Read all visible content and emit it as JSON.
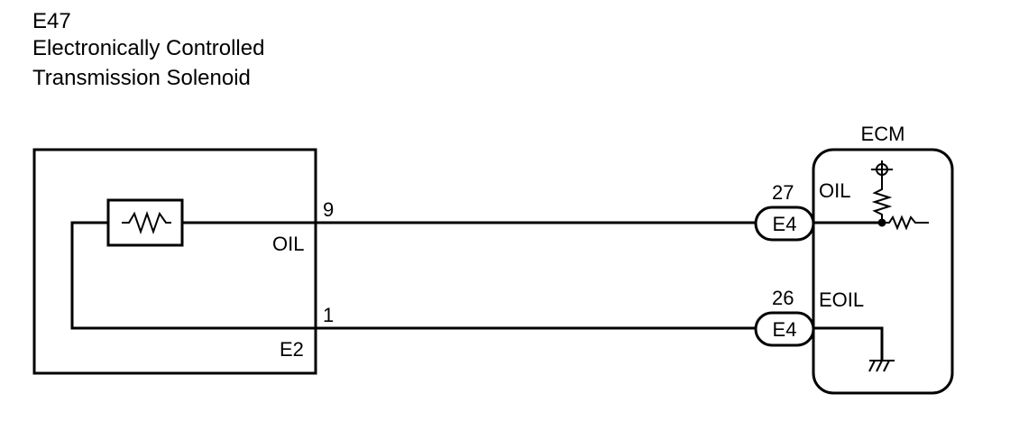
{
  "component": {
    "code": "E47",
    "name_line1": "Electronically Controlled",
    "name_line2": "Transmission Solenoid",
    "terminals": [
      {
        "pin": "9",
        "label": "OIL"
      },
      {
        "pin": "1",
        "label": "E2"
      }
    ]
  },
  "ecm": {
    "title": "ECM",
    "terminals": [
      {
        "pin": "27",
        "connector": "E4",
        "label": "OIL"
      },
      {
        "pin": "26",
        "connector": "E4",
        "label": "EOIL"
      }
    ]
  },
  "icons": [
    "resistor-icon",
    "ground-icon",
    "supply-terminal-icon"
  ]
}
